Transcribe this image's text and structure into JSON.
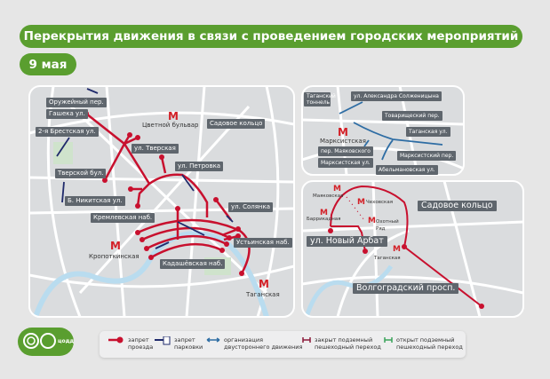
{
  "header": {
    "title": "Перекрытия движения в связи с проведением городских мероприятий",
    "date": "9 мая"
  },
  "colors": {
    "brand_green": "#5a9e2f",
    "closure_red": "#c8102e",
    "parking_navy": "#1f2a6b",
    "two_way_blue": "#2e6da4",
    "open_passage_green": "#3aa35a"
  },
  "map_center": {
    "streets": [
      "Оружейный пер.",
      "Гашека ул.",
      "2-я Брестская ул.",
      "ул. Тверская",
      "Садовое кольцо",
      "ул. Петровка",
      "Тверской бул.",
      "Б. Никитская ул.",
      "ул. Солянка",
      "Кремлевская наб.",
      "Устьинская наб.",
      "Кадашёвская наб."
    ],
    "stations": [
      "Цветной бульвар",
      "Кропоткинская",
      "Таганская"
    ]
  },
  "map_taganka": {
    "streets": [
      "Таганский тоннель",
      "ул. Александра Солженицына",
      "Товарищеский пер.",
      "Таганская ул.",
      "пер. Маяковского",
      "Марксистская ул.",
      "Марксистский пер.",
      "Абельмановская ул."
    ],
    "stations": [
      "Марксистская"
    ]
  },
  "map_ring": {
    "streets": [
      "Садовое кольцо",
      "ул. Новый Арбат",
      "Волгоградский просп."
    ],
    "stations": [
      "Маяковская",
      "Чеховская",
      "Баррикадная",
      "Охотный Ряд",
      "Таганская"
    ]
  },
  "logo": {
    "text": "цодд"
  },
  "legend": [
    {
      "icon": "no-entry-icon",
      "label": "запрет проезда"
    },
    {
      "icon": "no-parking-icon",
      "label": "запрет парковки"
    },
    {
      "icon": "two-way-arrow-icon",
      "label": "организация двустороннего движения"
    },
    {
      "icon": "closed-underpass-icon",
      "label": "закрыт подземный пешеходный переход"
    },
    {
      "icon": "open-underpass-icon",
      "label": "открыт подземный пешеходный переход"
    }
  ]
}
